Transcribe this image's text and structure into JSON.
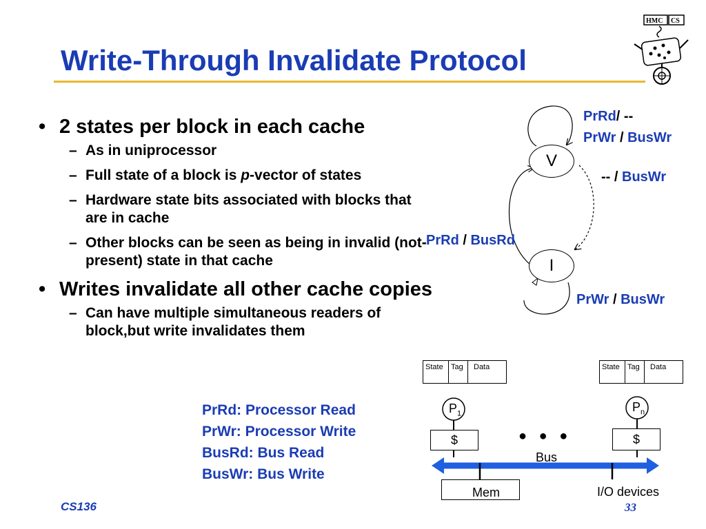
{
  "slide": {
    "title": "Write-Through Invalidate Protocol",
    "bullets": {
      "b1": "2 states per block in each cache",
      "b1_subs": [
        "As in uniprocessor",
        "Full state of a block is ",
        "Hardware state bits associated with blocks that are in cache",
        "Other blocks can be seen as being in invalid (not-present) state in that cache"
      ],
      "b1_sub2_italic": "p",
      "b1_sub2_tail": "-vector of states",
      "b2": "Writes invalidate all other cache copies",
      "b2_subs": [
        "Can have multiple simultaneous readers of block,but write invalidates them"
      ]
    },
    "legend": [
      "PrRd: Processor Read",
      "PrWr: Processor Write",
      "BusRd: Bus Read",
      "BusWr: Bus Write"
    ],
    "footer": {
      "course": "CS136",
      "page": "33"
    }
  },
  "state_diagram": {
    "states": {
      "v": "V",
      "i": "I"
    },
    "labels": {
      "v_loop_a_pr": "PrRd",
      "v_loop_a_sep": "/ --",
      "v_loop_b_pr": "PrWr",
      "v_loop_b_sep": " / ",
      "v_loop_b_bus": "BusWr",
      "v_to_i_dash": "-- ",
      "v_to_i_sep": "/ ",
      "v_to_i_bus": "BusWr",
      "i_to_v_pr": "PrRd",
      "i_to_v_sep": " / ",
      "i_to_v_bus": "BusRd",
      "i_loop_pr": "PrWr",
      "i_loop_sep": " / ",
      "i_loop_bus": "BusWr"
    }
  },
  "bus_diagram": {
    "cache_header": [
      "State",
      "Tag",
      "Data"
    ],
    "processor_left": "P",
    "processor_left_sub": "1",
    "processor_right": "P",
    "processor_right_sub": "n",
    "cache_label": "$",
    "ellipsis": "● ● ●",
    "bus": "Bus",
    "mem": "Mem",
    "io": "I/O devices"
  },
  "colors": {
    "title": "#1a3cb4",
    "rule": "#e8b830",
    "bus": "#1f5fe0"
  },
  "icons": {
    "logo": "hmc-cs-robot-logo"
  }
}
